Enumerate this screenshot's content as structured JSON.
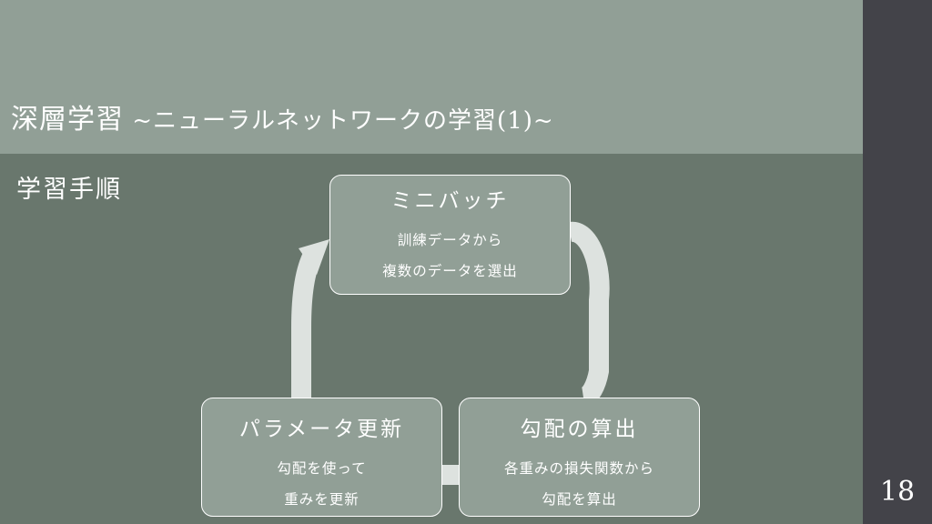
{
  "slide": {
    "title_main": "深層学習",
    "title_suffix": " ~ニューラルネットワークの学習(1)~",
    "subheading": "学習手順",
    "page_number": "18"
  },
  "cycle": {
    "steps": [
      {
        "title": "ミニバッチ",
        "lines": [
          "訓練データから",
          "複数のデータを選出"
        ]
      },
      {
        "title": "勾配の算出",
        "lines": [
          "各重みの損失関数から",
          "勾配を算出"
        ]
      },
      {
        "title": "パラメータ更新",
        "lines": [
          "勾配を使って",
          "重みを更新"
        ]
      }
    ]
  },
  "colors": {
    "background": "#69776d",
    "title_band": "#919f96",
    "side_strip": "#434349",
    "box_fill": "#919f96",
    "cycle_arrow": "#dde2df",
    "text": "#ffffff"
  }
}
